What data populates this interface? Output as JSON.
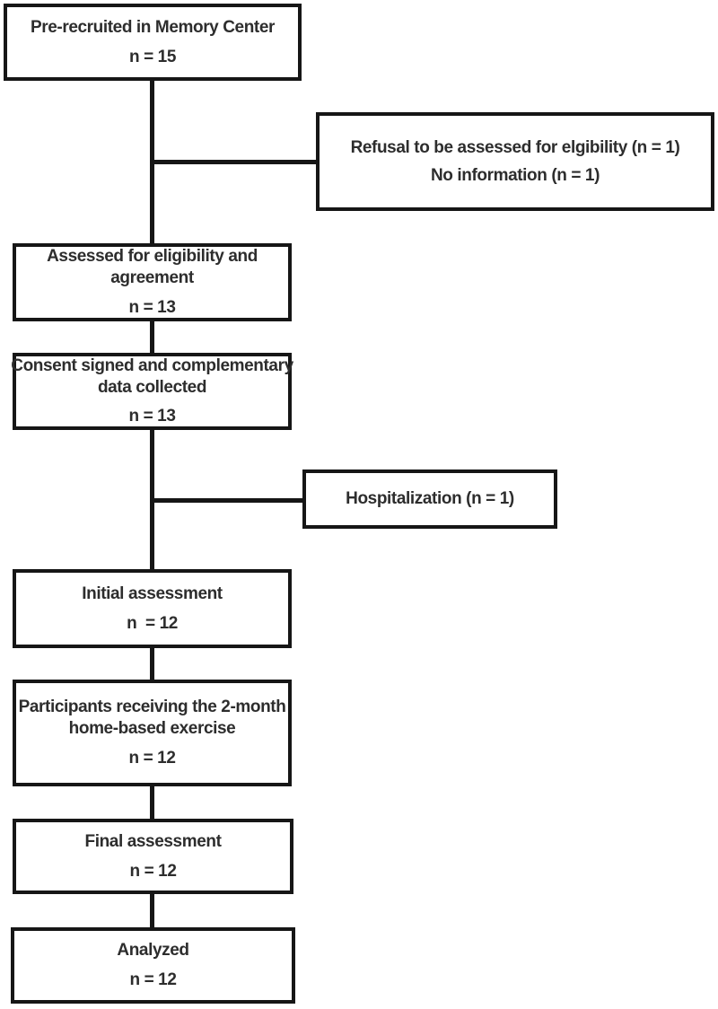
{
  "flowchart": {
    "description": "Participant flow diagram (CONSORT-style) of a home-based exercise study",
    "colors": {
      "border": "#161616",
      "text": "#2d2d2d",
      "background": "#ffffff"
    },
    "boxes": {
      "prerecruited": {
        "label": "Pre-recruited in Memory Center",
        "count": "n = 15"
      },
      "refusal": {
        "line1": "Refusal to be assessed for elgibility (n = 1)",
        "line2": "No information (n = 1)"
      },
      "assessed": {
        "line1": "Assessed for eligibility and",
        "line2": "agreement",
        "count": "n = 13"
      },
      "consent": {
        "line1": "Consent signed and complementary",
        "line2": "data collected",
        "count": "n = 13"
      },
      "hospitalization": {
        "label": "Hospitalization (n = 1)"
      },
      "initial": {
        "label": "Initial assessment",
        "count": "n  = 12"
      },
      "participants": {
        "line1": "Participants receiving the 2-month",
        "line2": "home-based exercise",
        "count": "n = 12"
      },
      "final": {
        "label": "Final assessment",
        "count": "n = 12"
      },
      "analyzed": {
        "label": "Analyzed",
        "count": "n = 12"
      }
    },
    "edges": [
      {
        "from": "prerecruited",
        "to": "assessed"
      },
      {
        "from": "prerecruited-line",
        "to": "refusal"
      },
      {
        "from": "assessed",
        "to": "consent"
      },
      {
        "from": "consent",
        "to": "initial"
      },
      {
        "from": "consent-line",
        "to": "hospitalization"
      },
      {
        "from": "initial",
        "to": "participants"
      },
      {
        "from": "participants",
        "to": "final"
      },
      {
        "from": "final",
        "to": "analyzed"
      }
    ]
  }
}
